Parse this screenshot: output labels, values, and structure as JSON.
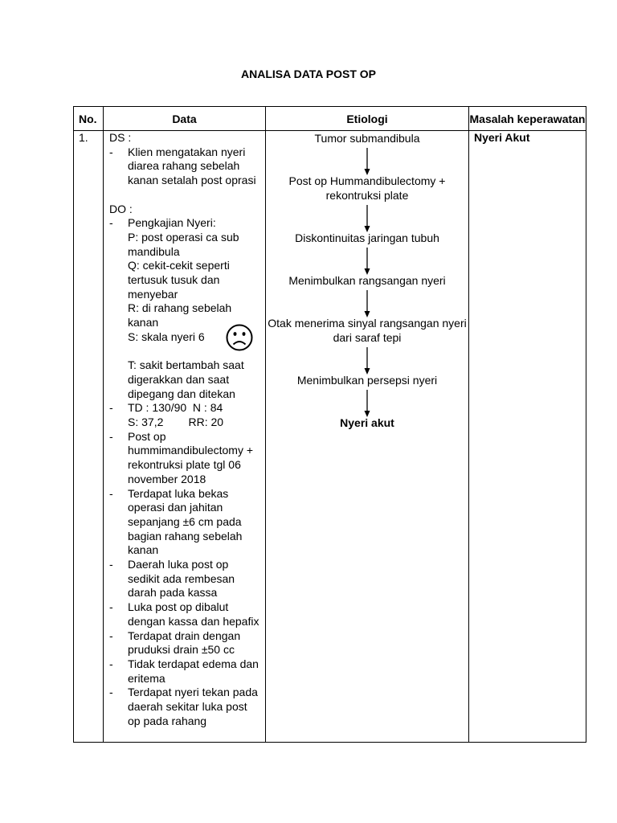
{
  "title": "ANALISA DATA POST OP",
  "table": {
    "headers": {
      "no": "No.",
      "data": "Data",
      "etiologi": "Etiologi",
      "masalah": "Masalah keperawatan"
    },
    "row": {
      "no": "1.",
      "ds_label": "DS :",
      "ds_items": [
        "Klien mengatakan nyeri diarea rahang sebelah kanan setalah post oprasi"
      ],
      "do_label": "DO :",
      "pain_label": "Pengkajian Nyeri:",
      "pain_p": "P: post operasi ca sub mandibula",
      "pain_q": "Q: cekit-cekit seperti tertusuk tusuk dan menyebar",
      "pain_r": "R: di rahang sebelah kanan",
      "pain_s": "S: skala nyeri 6",
      "pain_t": "T: sakit bertambah saat digerakkan dan saat dipegang dan ditekan",
      "vitals_line1": "TD : 130/90  N : 84",
      "vitals_line2": "S: 37,2        RR: 20",
      "do_items": [
        "Post op hummimandibulectomy + rekontruksi plate tgl 06 november 2018",
        "Terdapat luka bekas operasi dan jahitan sepanjang ±6 cm pada bagian rahang sebelah kanan",
        "Daerah luka post op sedikit ada rembesan darah pada kassa",
        "Luka post op dibalut dengan kassa dan hepafix",
        "Terdapat drain dengan pruduksi drain ±50 cc",
        "Tidak terdapat edema dan eritema",
        "Terdapat nyeri tekan pada daerah sekitar luka post op pada rahang"
      ],
      "etiologi": {
        "steps": [
          "Tumor submandibula",
          "Post op Hummandibulectomy + rekontruksi plate",
          "Diskontinuitas jaringan tubuh",
          "Menimbulkan rangsangan nyeri",
          "Otak menerima sinyal rangsangan nyeri dari saraf tepi",
          "Menimbulkan persepsi nyeri"
        ],
        "result": "Nyeri akut"
      },
      "masalah": "Nyeri Akut"
    }
  },
  "icons": {
    "pain_face": "sad-face-icon"
  }
}
